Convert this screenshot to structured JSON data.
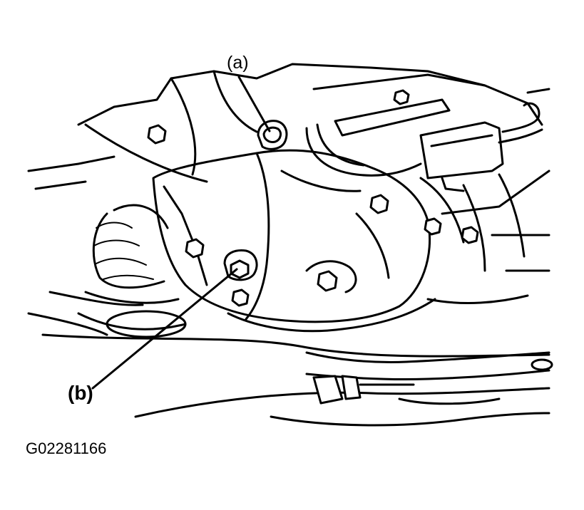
{
  "callouts": {
    "a": "(a)",
    "b": "(b)"
  },
  "figure_code": "G02281166",
  "colors": {
    "line": "#000000",
    "background": "#ffffff"
  }
}
